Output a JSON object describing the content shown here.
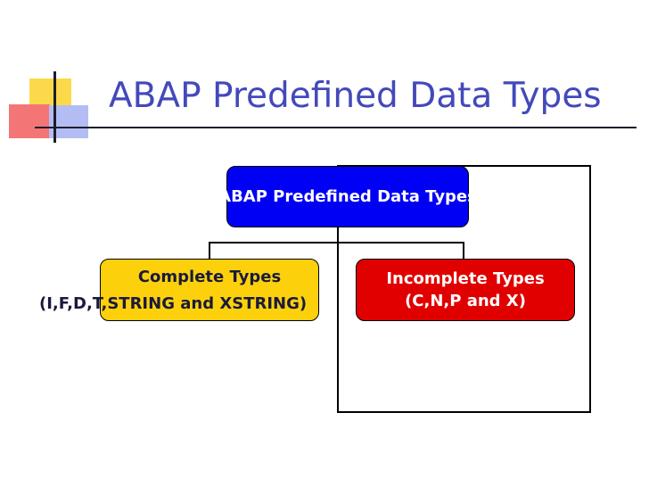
{
  "slide": {
    "title": "ABAP Predefined Data Types"
  },
  "diagram": {
    "root": {
      "label": "ABAP Predefined Data Types"
    },
    "complete": {
      "label": "Complete Types",
      "detail": "(I,F,D,T,STRING and XSTRING)"
    },
    "incomplete": {
      "label": "Incomplete Types",
      "detail": "(C,N,P and X)"
    }
  },
  "colors": {
    "title": "#4349ba",
    "root_fill": "#0000f4",
    "complete_fill": "#fcd10c",
    "incomplete_fill": "#e00000",
    "logo_yellow": "#fbd94a",
    "logo_pink": "#f47575",
    "logo_blue": "#b3bdf3"
  }
}
